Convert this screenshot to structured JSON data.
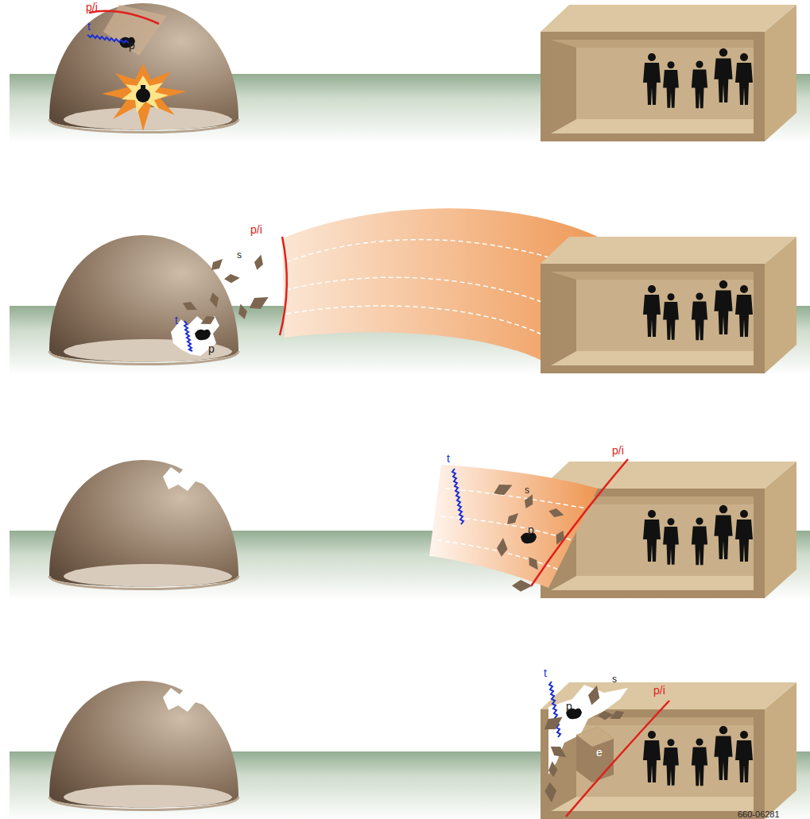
{
  "diagram": {
    "labels": [
      "p/i",
      "t",
      "p",
      "p/i",
      "s",
      "t",
      "p",
      "t",
      "s",
      "p",
      "p/i",
      "t",
      "s",
      "p",
      "p/i",
      "e",
      "660-06281"
    ]
  }
}
